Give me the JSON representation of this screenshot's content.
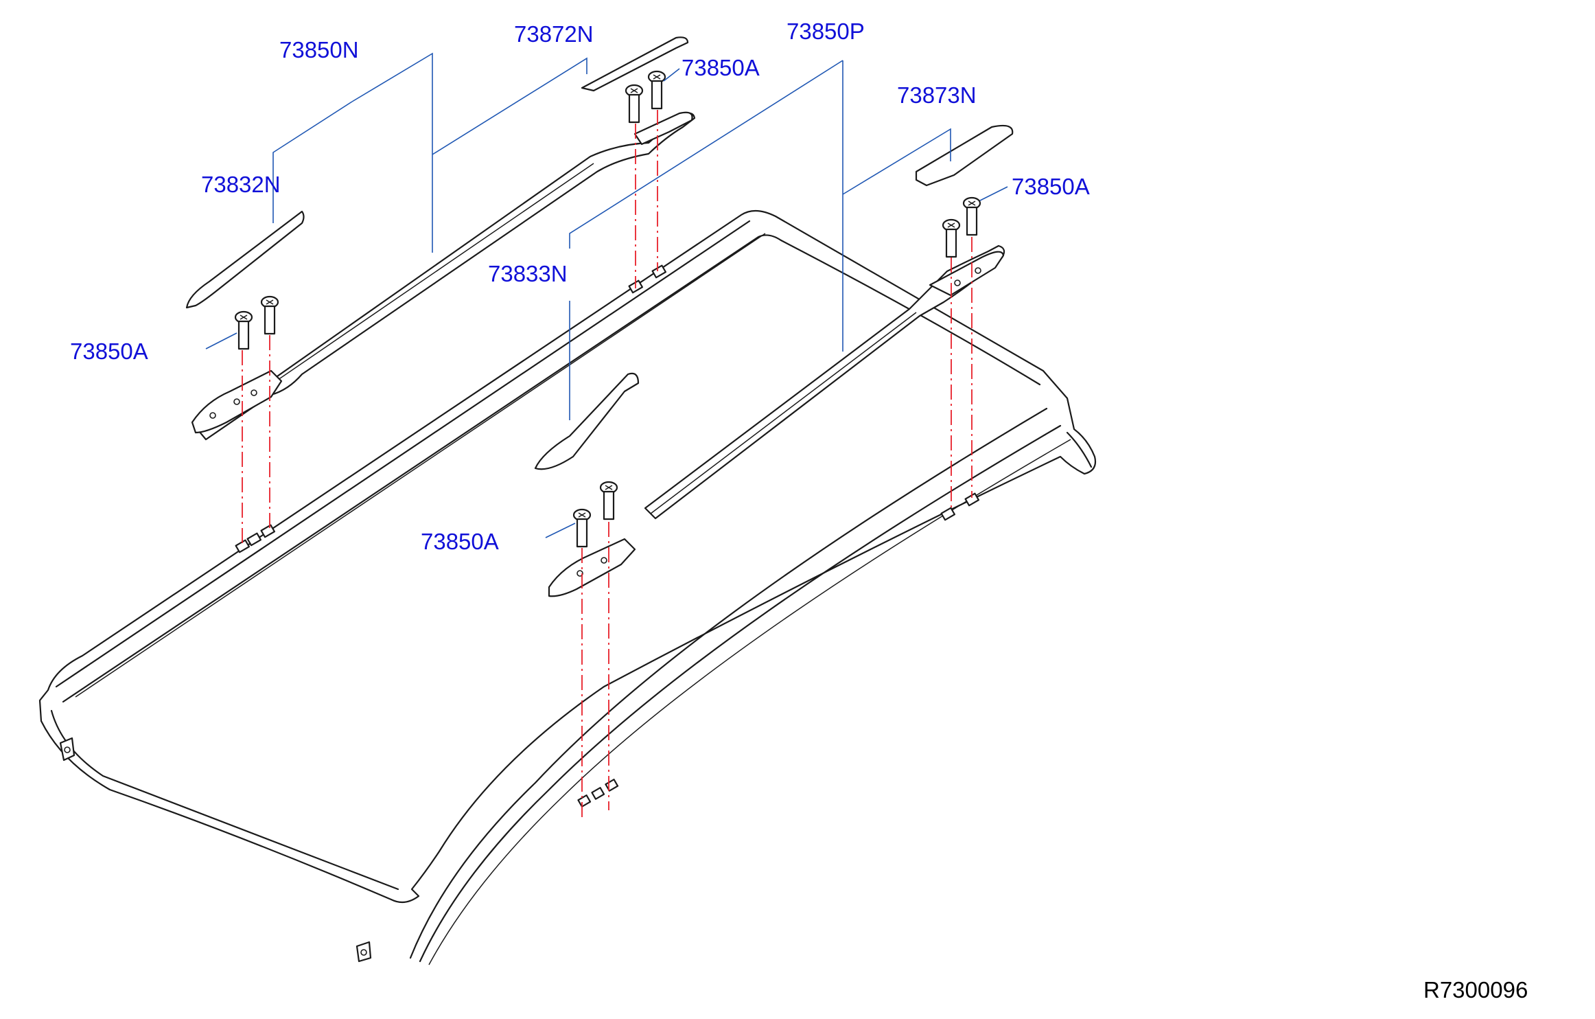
{
  "diagram": {
    "reference_code": "R7300096",
    "callouts": {
      "rail_left_assembly": "73850N",
      "finisher_left_front": "73832N",
      "finisher_left_rear": "73872N",
      "rail_right_assembly": "73850P",
      "finisher_right_front": "73833N",
      "finisher_right_rear": "73873N",
      "bolt_left_rear": "73850A",
      "bolt_left_front": "73850A",
      "bolt_right_rear": "73850A",
      "bolt_right_front": "73850A"
    },
    "colors": {
      "callout_text": "#1010d8",
      "leader_line": "#1f57b3",
      "alignment_line": "#e8202a",
      "outline": "#1a1a1a"
    }
  }
}
